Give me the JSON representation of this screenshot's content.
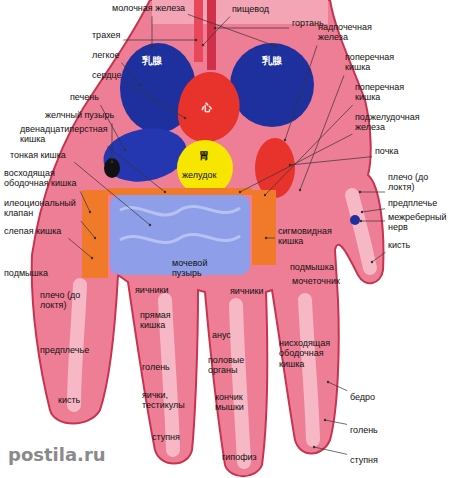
{
  "diagram": {
    "labels": [
      "молочная железа",
      "пищевод",
      "гортань",
      "трахея",
      "надпочечная железа",
      "легкое",
      "сердце",
      "поперечная кишка",
      "печень",
      "поперечная кишка",
      "желчный пузырь",
      "двенадцатиперстная кишка",
      "поджелудочная железа",
      "тонкая кишка",
      "почка",
      "восходящая ободочная кишка",
      "желудок",
      "плечо (до локтя)",
      "илеоциональный клапан",
      "слепая кишка",
      "предплечье",
      "межреберный нерв",
      "сигмовидная кишка",
      "кисть",
      "подмышка",
      "подмышка",
      "мочеточник",
      "яичники",
      "яичники",
      "плечо (до локтя)",
      "мочевой пузырь",
      "прямая кишка",
      "предплечье",
      "анус",
      "нисходящая ободочная кишка",
      "половые органы",
      "бедро",
      "голень",
      "яички, тестикулы",
      "кончик мышки",
      "кисть",
      "голень",
      "ступня",
      "гипофиз",
      "ступня",
      "乳腺",
      "乳腺",
      "心",
      "胃",
      "postila.ru"
    ]
  }
}
